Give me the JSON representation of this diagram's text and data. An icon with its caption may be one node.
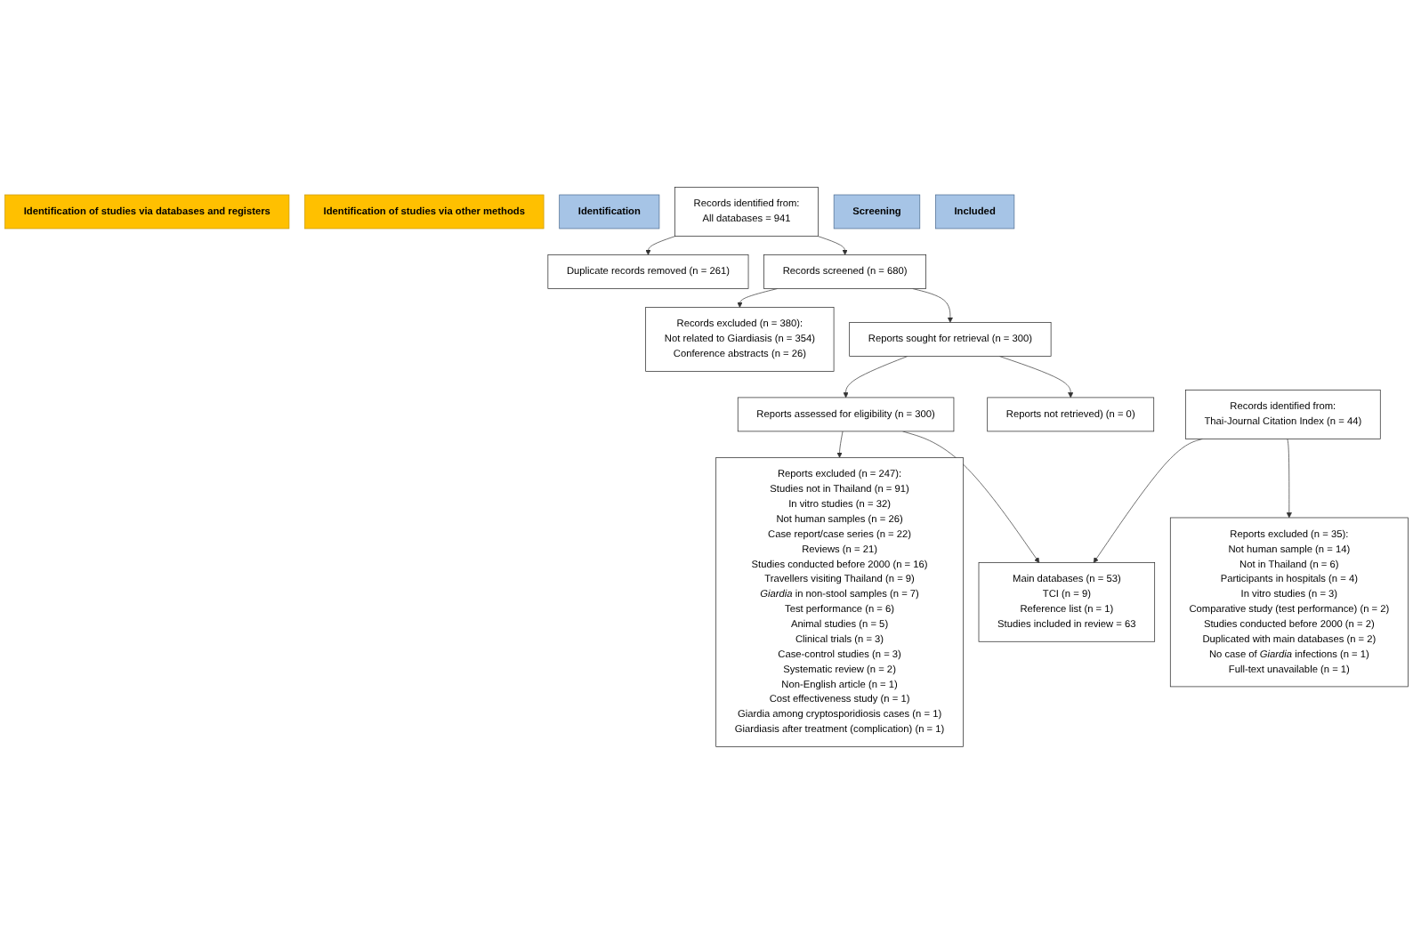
{
  "diagram": {
    "nodes": [
      {
        "text": [
          "Identification of studies via databases and registers"
        ]
      },
      {
        "text": [
          "Identification of studies via other methods"
        ]
      },
      {
        "text": [
          "Identification"
        ]
      },
      {
        "text": [
          "Records identified from:",
          "All databases = 941"
        ]
      },
      {
        "text": [
          "Duplicate records removed (n = 261)"
        ]
      },
      {
        "text": [
          "Records identified from:",
          "Thai-Journal Citation Index (n = 44)"
        ]
      },
      {
        "text": [
          "Screening"
        ]
      },
      {
        "text": [
          "Records screened (n = 680)"
        ]
      },
      {
        "text": [
          "Records excluded (n = 380):",
          "Not related to Giardiasis (n = 354)",
          "Conference abstracts (n = 26)"
        ]
      },
      {
        "text": [
          "Reports sought for retrieval (n = 300)"
        ]
      },
      {
        "text": [
          "Reports not retrieved) (n = 0)"
        ]
      },
      {
        "text": [
          "Reports assessed for eligibility (n = 300)"
        ]
      },
      {
        "text": [
          "Reports excluded (n = 247):",
          "Studies not in Thailand (n = 91)",
          "In vitro studies (n = 32)",
          "Not human samples (n = 26)",
          "Case report/case series (n = 22)",
          "Reviews (n = 21)",
          "Studies conducted before 2000 (n = 16)",
          "Travellers visiting Thailand (n = 9)",
          "*Giardia* in non-stool samples (n = 7)",
          "Test performance (n = 6)",
          "Animal studies (n = 5)",
          "Clinical trials (n = 3)",
          "Case-control studies (n = 3)",
          "Systematic review (n = 2)",
          "Non-English article (n = 1)",
          "Cost effectiveness study (n = 1)",
          "Giardia among cryptosporidiosis cases (n = 1)",
          "Giardiasis after treatment (complication) (n = 1)"
        ]
      },
      {
        "text": [
          "Reports excluded (n = 35):",
          "Not human sample (n = 14)",
          "Not in Thailand (n = 6)",
          "Participants in hospitals (n = 4)",
          "In vitro studies (n = 3)",
          "Comparative study (test performance) (n = 2)",
          "Studies conducted before 2000 (n = 2)",
          "Duplicated with main databases (n = 2)",
          "No case of *Giardia* infections (n = 1)",
          "Full-text unavailable (n = 1)"
        ]
      },
      {
        "text": [
          "Included"
        ]
      },
      {
        "text": [
          "Main databases (n = 53)",
          "TCI (n = 9)",
          "Reference list (n = 1)",
          "Studies included in review = 63"
        ]
      }
    ],
    "edges": [
      {
        "from": 3,
        "to": 4,
        "arrow": "to"
      },
      {
        "from": 3,
        "to": 7,
        "arrow": "to"
      },
      {
        "from": 7,
        "to": 8,
        "arrow": "to"
      },
      {
        "from": 7,
        "to": 9,
        "arrow": "to"
      },
      {
        "from": 9,
        "to": 10,
        "arrow": "to"
      },
      {
        "from": 9,
        "to": 11,
        "arrow": "to"
      },
      {
        "from": 11,
        "to": 12,
        "arrow": "to"
      },
      {
        "from": 11,
        "to": 15,
        "arrow": "to"
      },
      {
        "from": 5,
        "to": 13,
        "arrow": "to"
      },
      {
        "from": 5,
        "to": 15,
        "arrow": "to"
      }
    ]
  }
}
